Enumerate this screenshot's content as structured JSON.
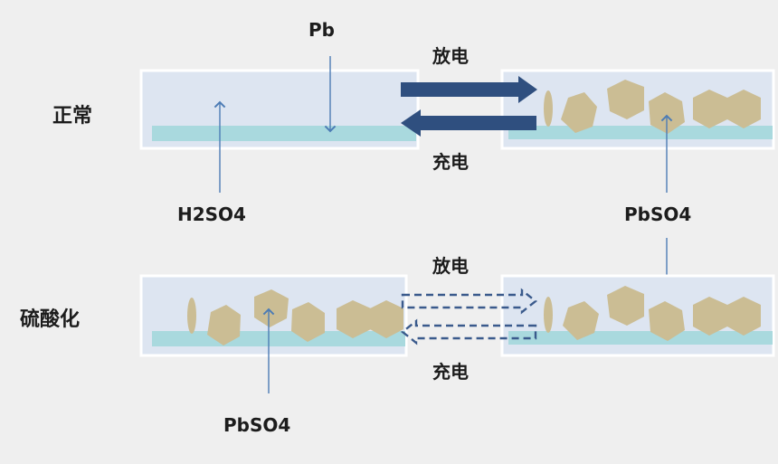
{
  "rows": {
    "normal": {
      "label": "正常",
      "discharge_label": "放电",
      "charge_label": "充电"
    },
    "sulfation": {
      "label": "硫酸化",
      "discharge_label": "放电",
      "charge_label": "充电"
    }
  },
  "callouts": {
    "pb": "Pb",
    "h2so4": "H2SO4",
    "pbso4_right": "PbSO4",
    "pbso4_bottom": "PbSO4"
  },
  "colors": {
    "background": "#efefef",
    "cell_fill": "#dde5f1",
    "cell_border": "#ffffff",
    "electrolyte": "#a9d9de",
    "crystal": "#cbbd94",
    "arrow_solid": "#2f4f7f",
    "arrow_dashed": "#3a5a8c",
    "pointer": "#4d7cb5"
  }
}
